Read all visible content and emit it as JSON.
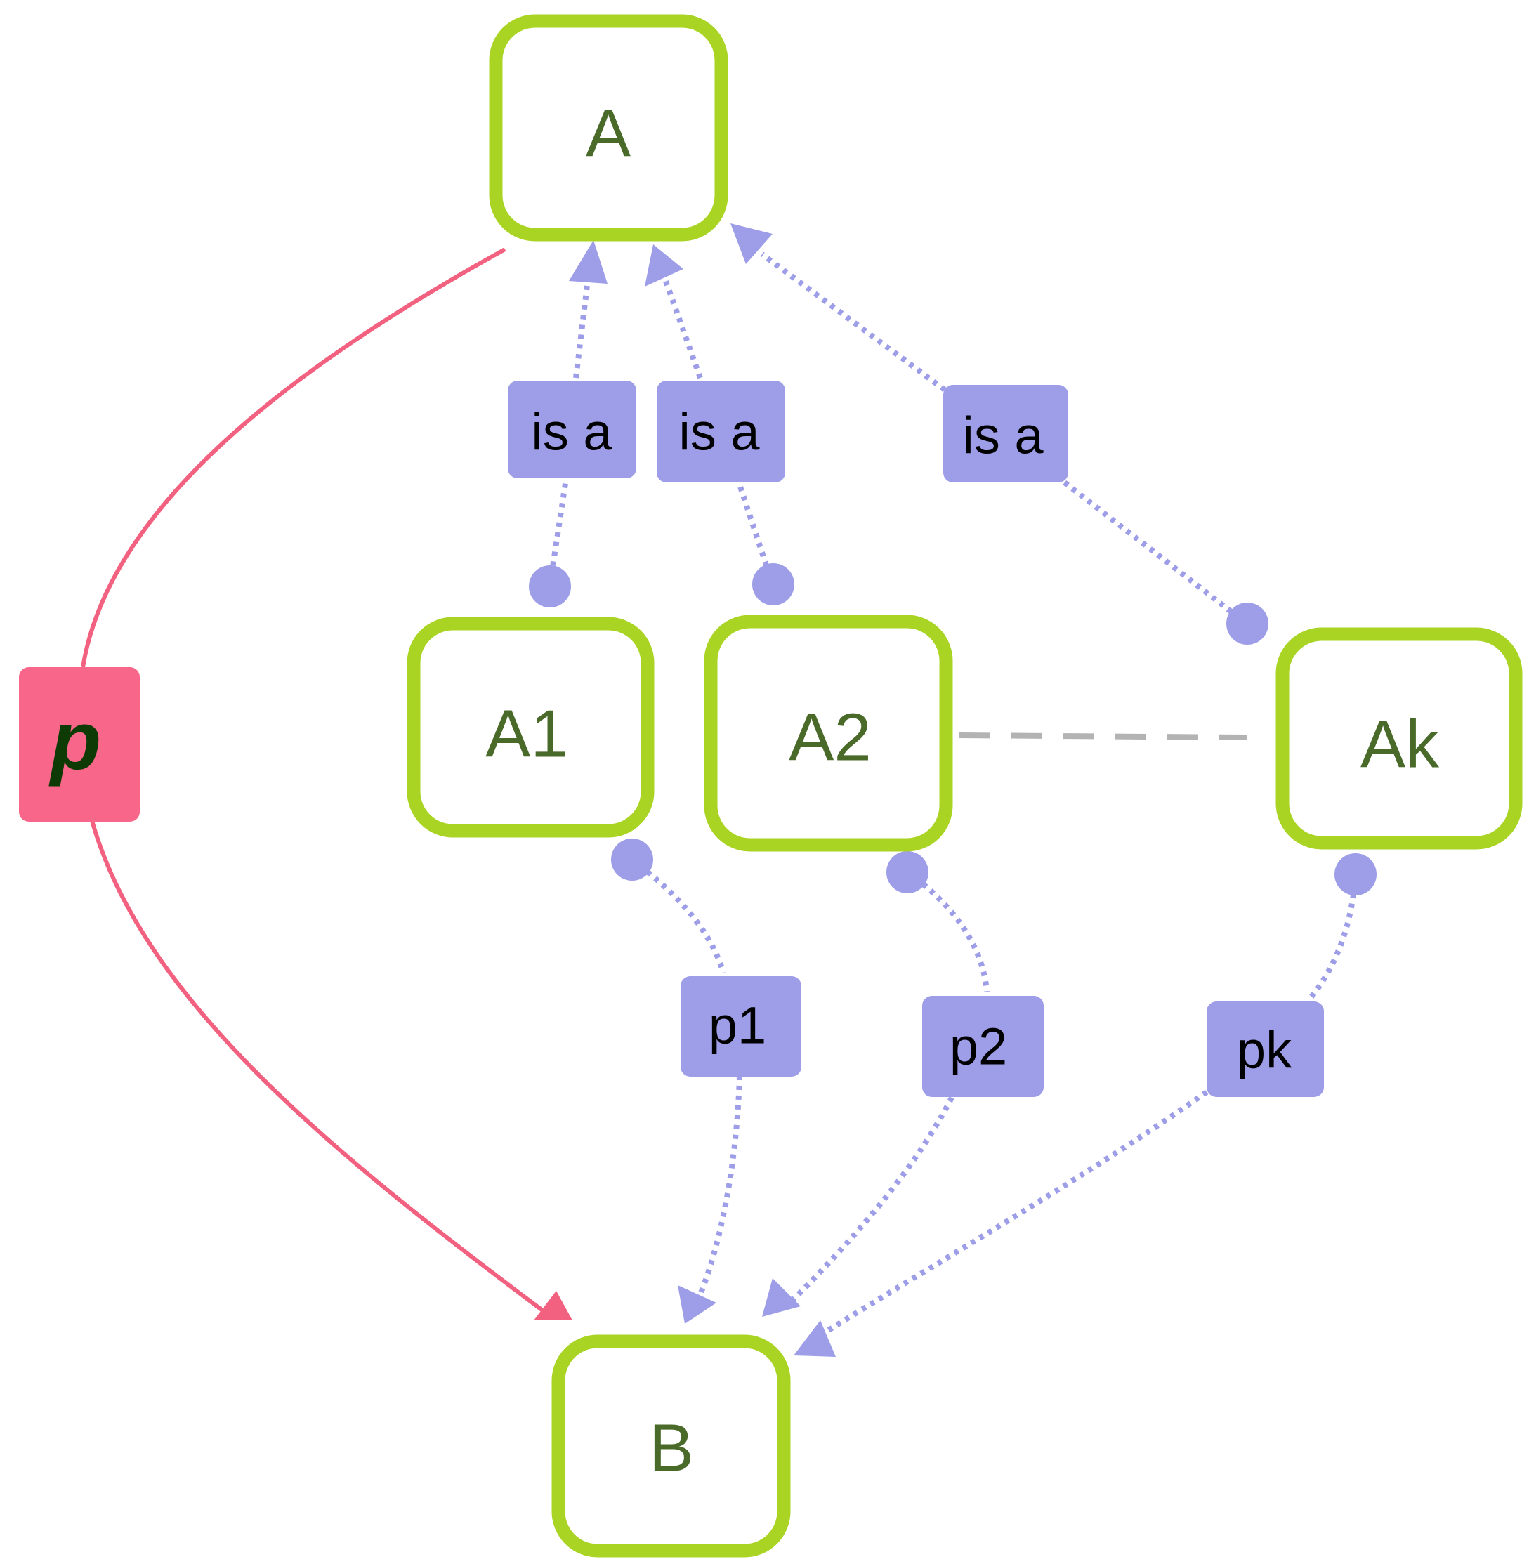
{
  "nodes": {
    "A": "A",
    "A1": "A1",
    "A2": "A2",
    "Ak": "Ak",
    "B": "B"
  },
  "edge_labels": {
    "isa_a1": "is a",
    "isa_a2": "is a",
    "isa_ak": "is a",
    "p1": "p1",
    "p2": "p2",
    "pk": "pk",
    "p": "p"
  },
  "colors": {
    "node_border": "#aad424",
    "node_text": "#4a6a2a",
    "edge_label": "#9d9de8",
    "p_edge": "#f2617f",
    "p_box": "#f8668a",
    "dashed_link": "#b3b3b3"
  }
}
